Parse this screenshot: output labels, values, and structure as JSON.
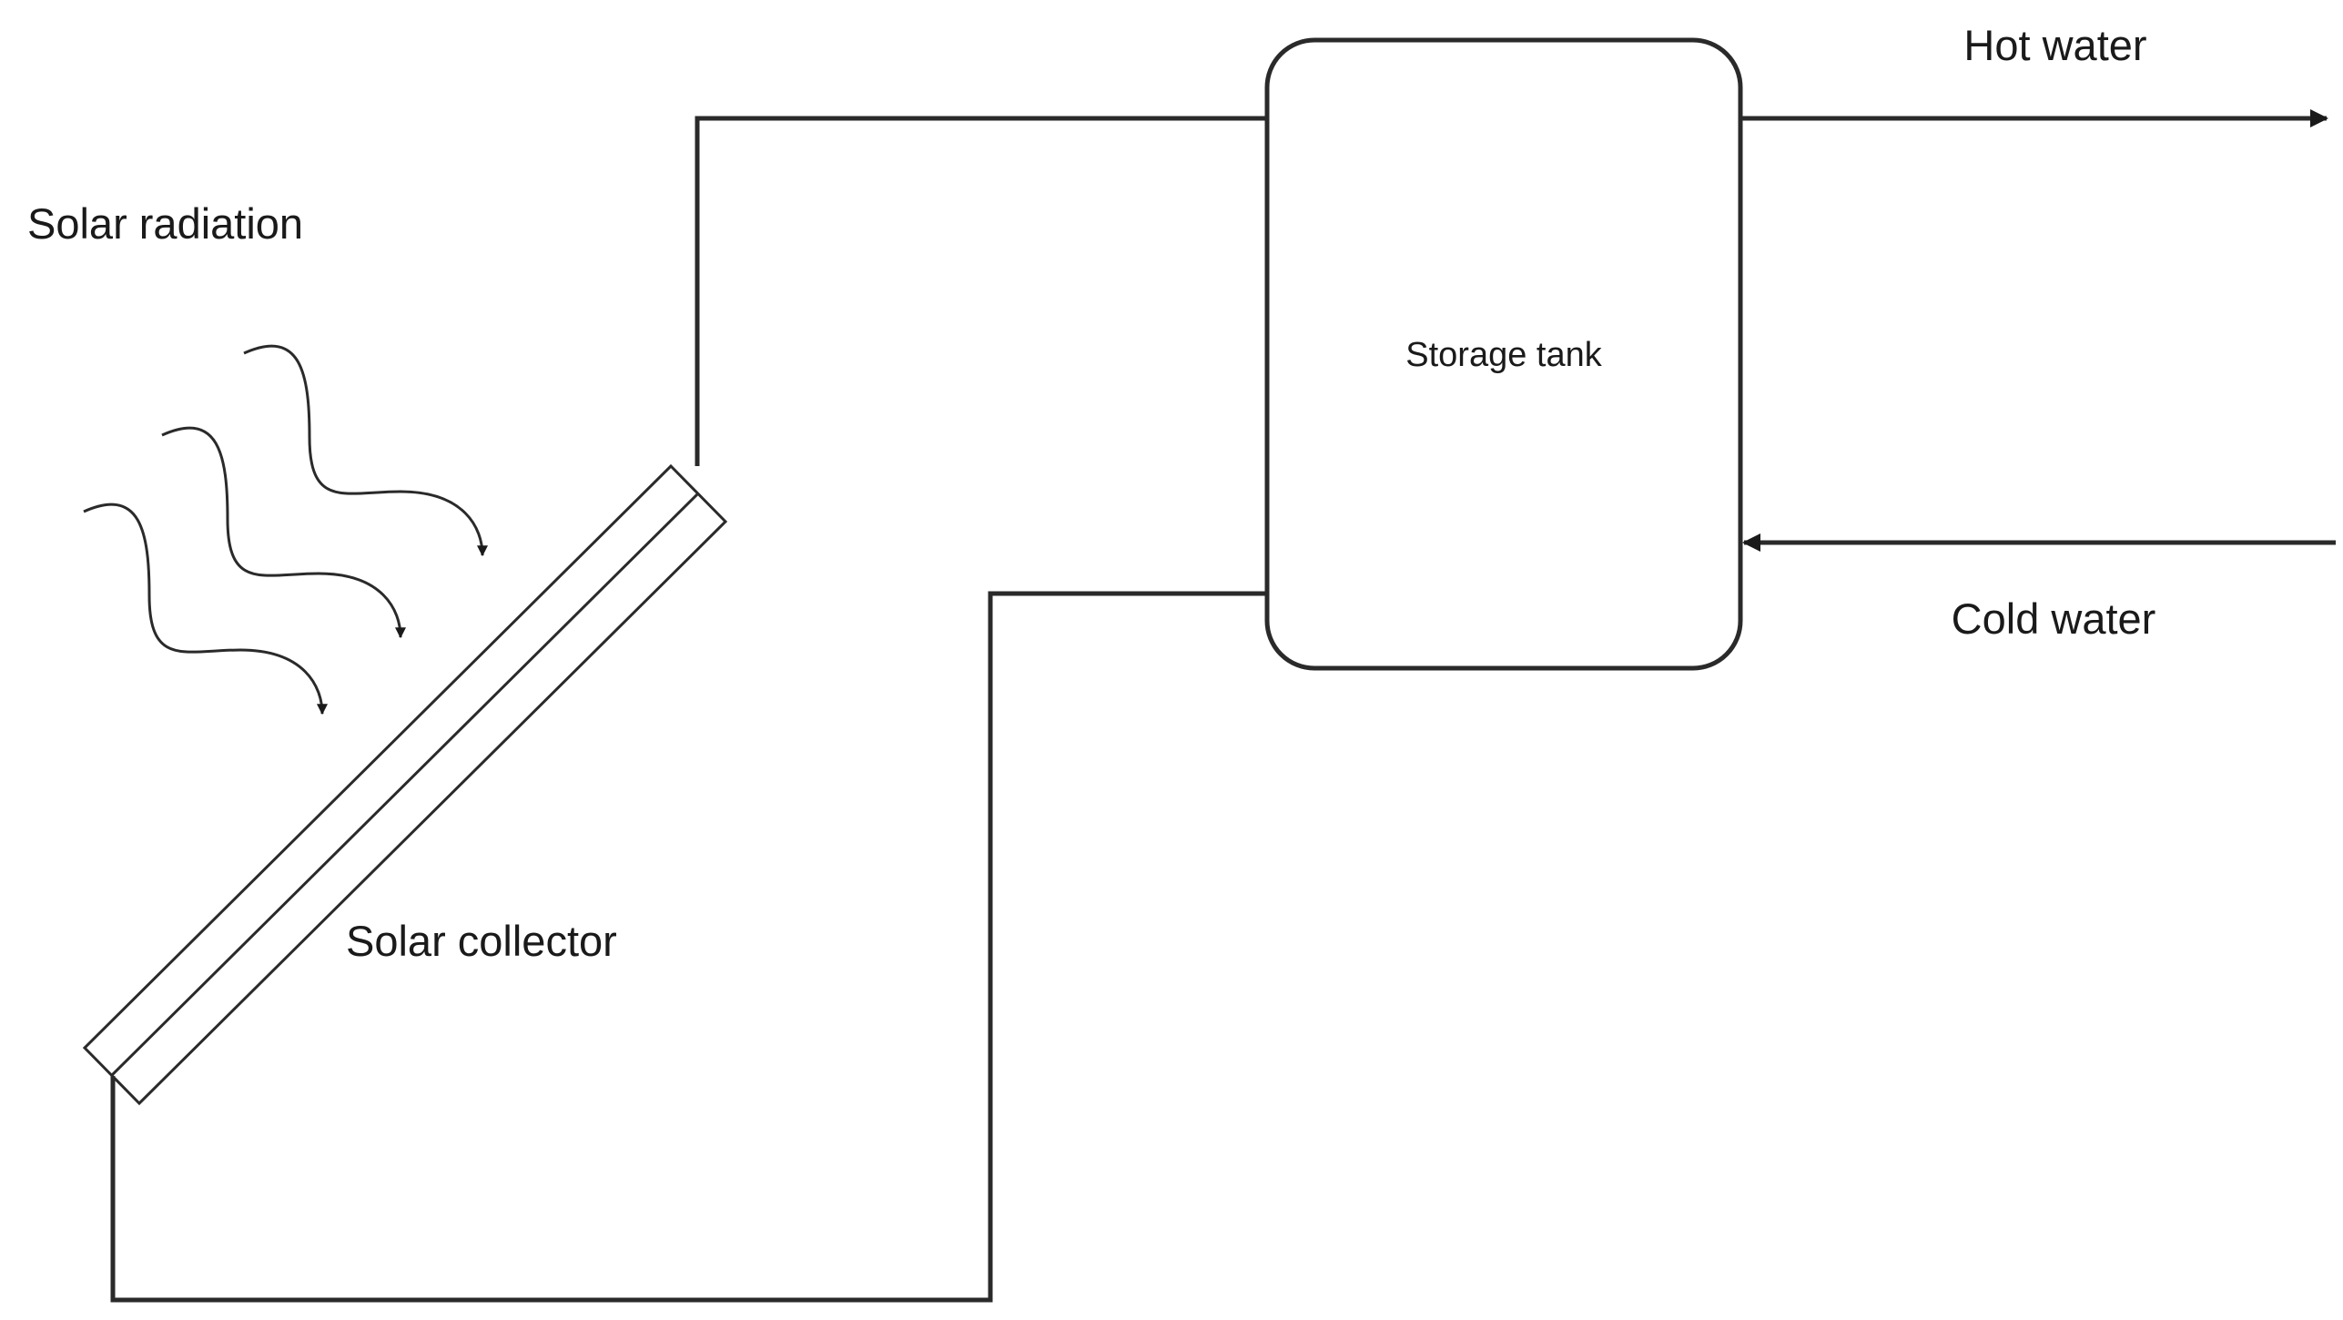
{
  "labels": {
    "solar_radiation": "Solar radiation",
    "solar_collector": "Solar collector",
    "storage_tank": "Storage tank",
    "hot_water": "Hot water",
    "cold_water": "Cold water"
  },
  "colors": {
    "background": "#ffffff",
    "stroke": "#2a2a2a",
    "text": "#1a1a1a"
  }
}
